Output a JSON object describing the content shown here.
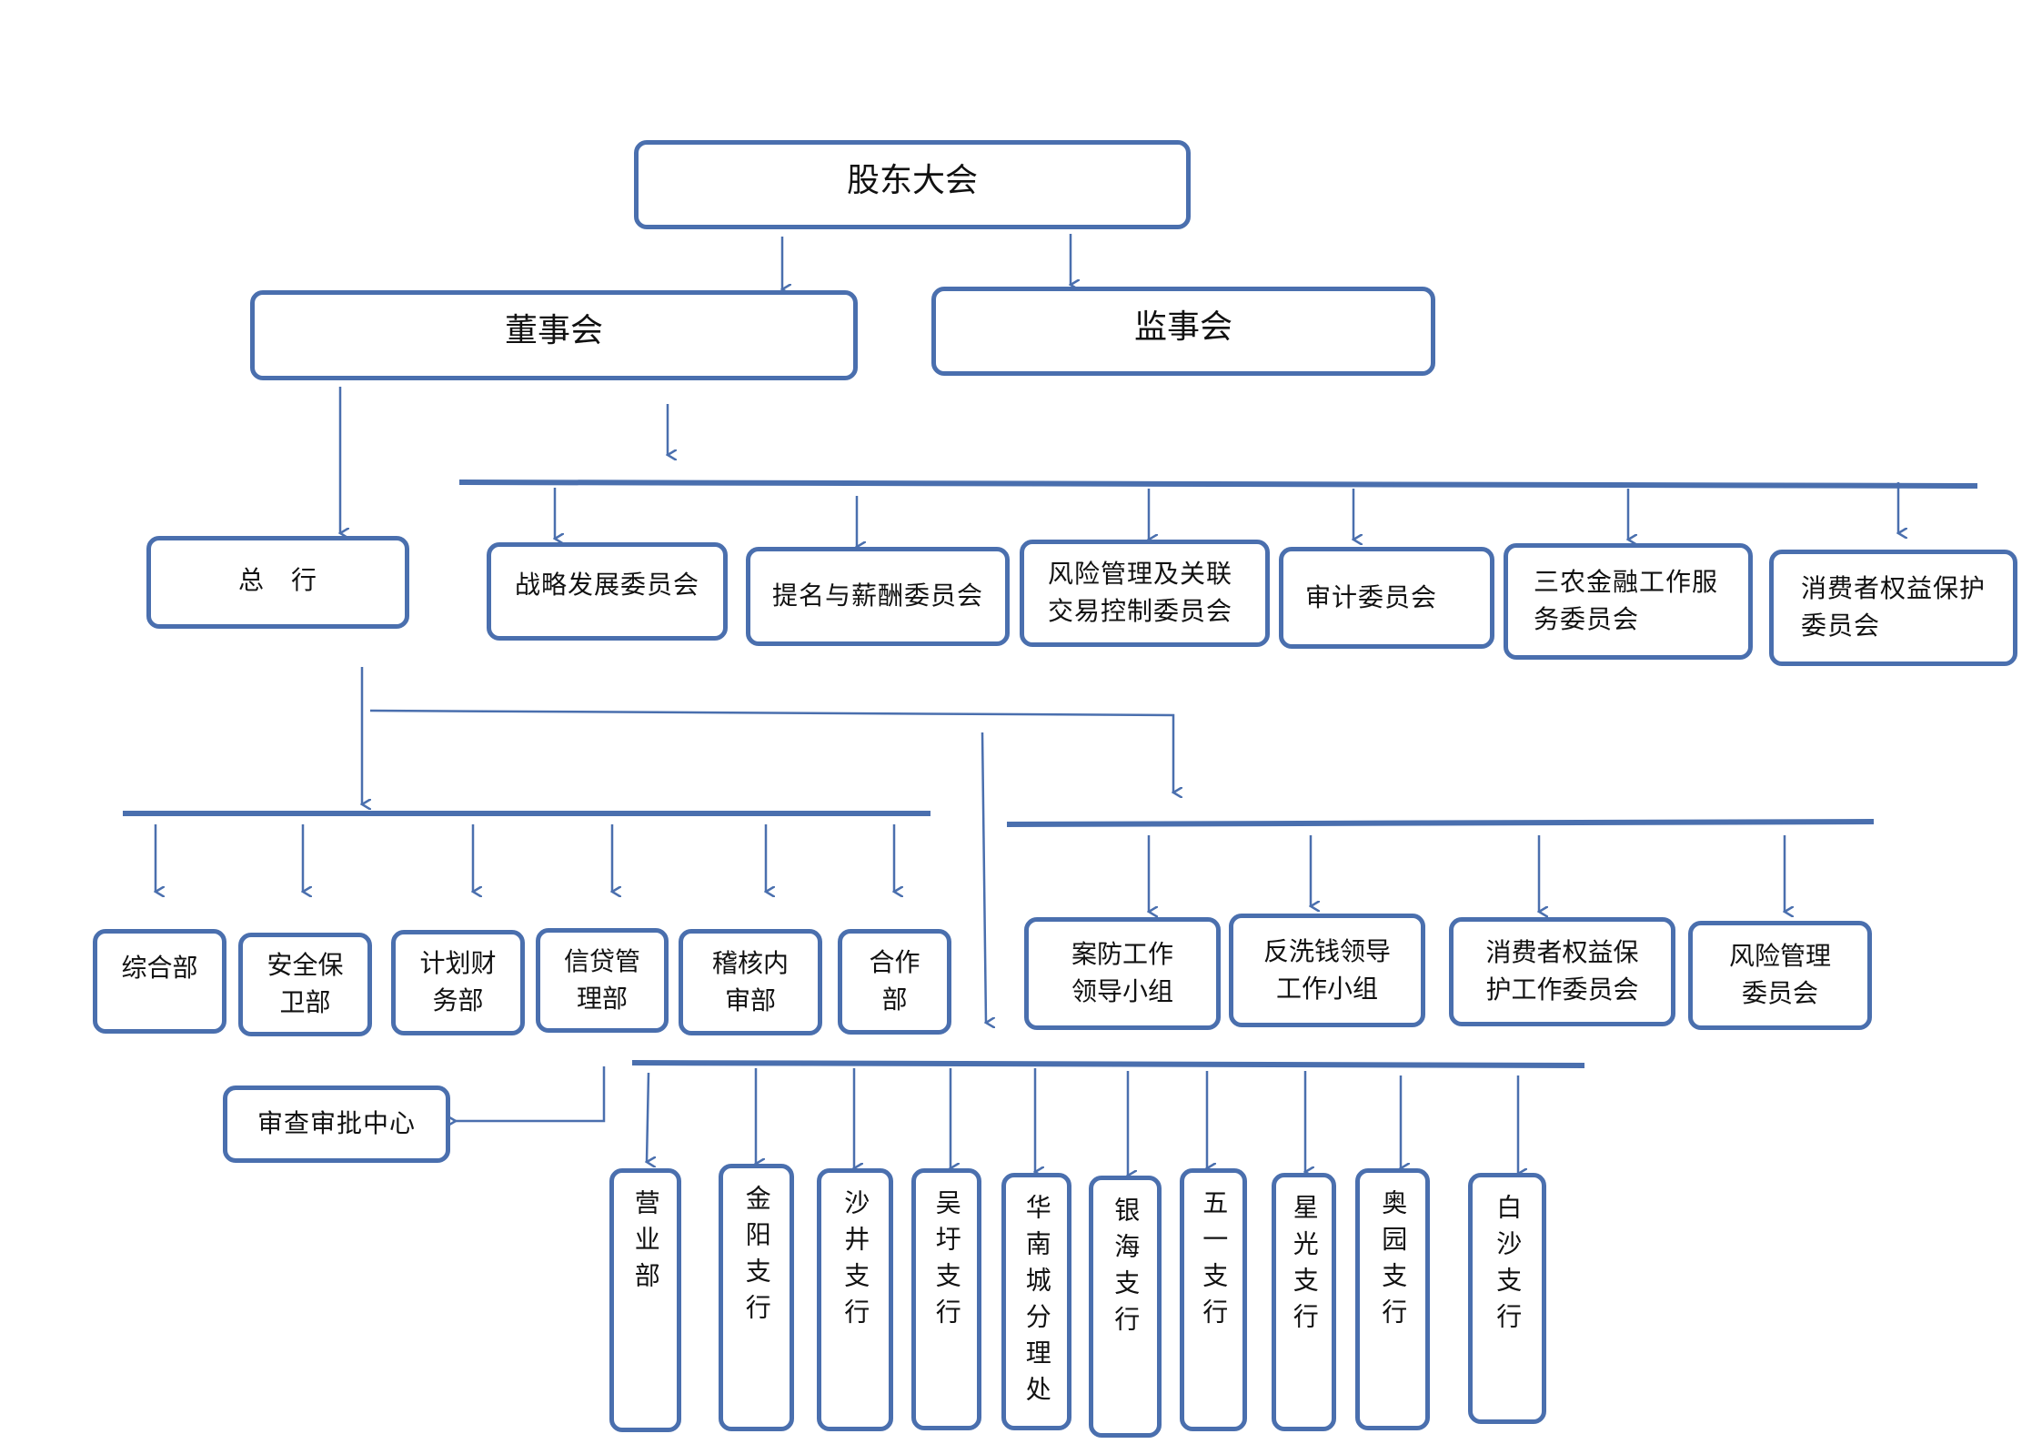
{
  "shareholders": "股东大会",
  "board": "董事会",
  "supervisors": "监事会",
  "head_office": "总　行",
  "committees": [
    "战略发展委员会",
    "提名与薪酬委员会",
    "风险管理及关联交易控制委员会",
    "审计委员会",
    "三农金融工作服务委员会",
    "消费者权益保护委员会"
  ],
  "departments": [
    "综合部",
    "安全保卫部",
    "计划财务部",
    "信贷管理部",
    "稽核内审部",
    "合作部"
  ],
  "review_center": "审查审批中心",
  "groups": [
    "案防工作领导小组",
    "反洗钱领导工作小组",
    "消费者权益保护工作委员会",
    "风险管理委员会"
  ],
  "branches": [
    "营业部",
    "金阳支行",
    "沙井支行",
    "吴圩支行",
    "华南城分理处",
    "银海支行",
    "五一支行",
    "星光支行",
    "奥园支行",
    "白沙支行"
  ],
  "colors": {
    "line": "#4a6fae",
    "box_border": "#4a6fae"
  }
}
